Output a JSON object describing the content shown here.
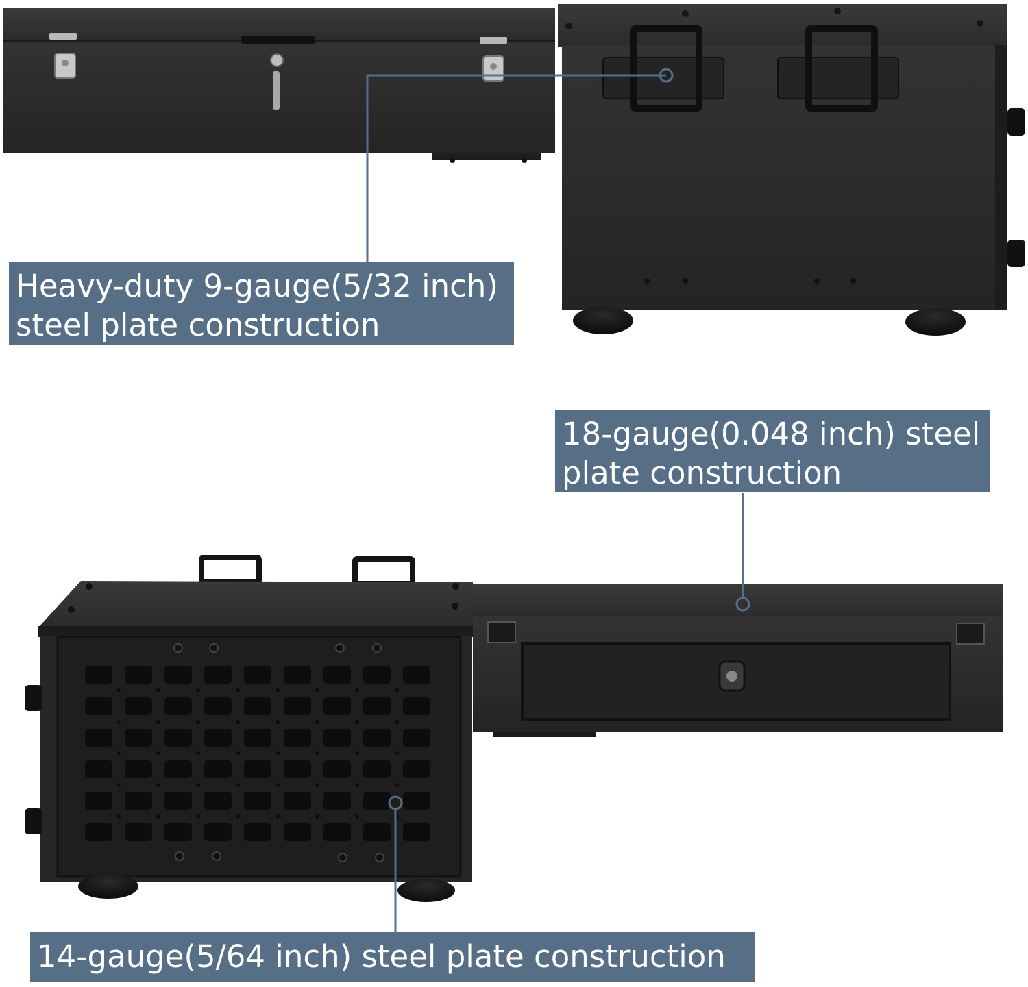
{
  "callouts": {
    "top_left": {
      "line1": "Heavy-duty 9-gauge(5/32 inch)",
      "line2": "steel plate construction"
    },
    "mid_right": {
      "line1": "18-gauge(0.048 inch) steel",
      "line2": "plate construction"
    },
    "bottom": {
      "line1": "14-gauge(5/64 inch) steel plate construction"
    }
  },
  "colors": {
    "callout_background": "#566f87",
    "callout_text": "#ffffff",
    "leader_line": "#566f87",
    "steel_body": "#2a2a2a",
    "steel_dark": "#1a1a1a"
  }
}
